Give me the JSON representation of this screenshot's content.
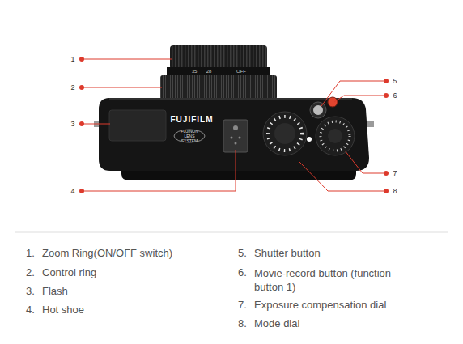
{
  "diagram": {
    "labels": [
      "1",
      "2",
      "3",
      "4",
      "5",
      "6",
      "7",
      "8",
      "35",
      "28",
      "OFF",
      "FUJIFILM",
      "FUJINON LENS SYSTEM",
      "1.",
      "Zoom Ring(ON/OFF switch)",
      "5.",
      "Shutter button",
      "2.",
      "Control ring",
      "6.",
      "Movie-record button (function button 1)",
      "3.",
      "Flash",
      "7.",
      "Exposure compensation dial",
      "4.",
      "Hot shoe",
      "8.",
      "Mode dial"
    ]
  }
}
